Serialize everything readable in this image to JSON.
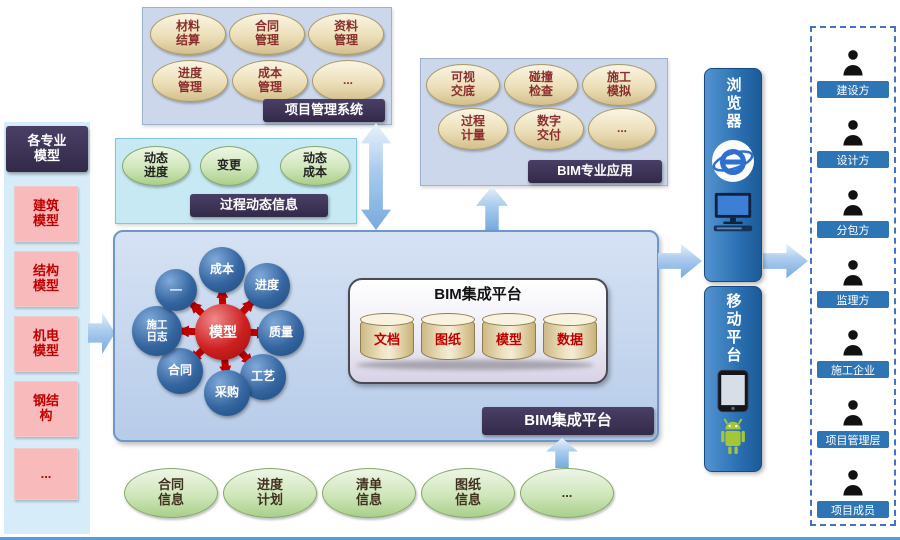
{
  "colors": {
    "title_bg": "#3b3052",
    "panel_blue": "#ccd7eb",
    "panel_cyan": "#c7e9f3",
    "stakeholder_blue": "#2e75b6",
    "column_blue": "#2a70b2",
    "pink": "#f8baba",
    "accent_red": "#c00000",
    "arrow_blue": "#8bb8e4",
    "android_green": "#a4c639"
  },
  "project_mgmt": {
    "title": "项目管理系统",
    "items": [
      "材料\n结算",
      "合同\n管理",
      "资料\n管理",
      "进度\n管理",
      "成本\n管理",
      "..."
    ]
  },
  "bim_apps": {
    "title": "BIM专业应用",
    "items": [
      "可视\n交底",
      "碰撞\n检查",
      "施工\n模拟",
      "过程\n计量",
      "数字\n交付",
      "..."
    ]
  },
  "process_info": {
    "title": "过程动态信息",
    "items": [
      "动态\n进度",
      "变更",
      "动态\n成本"
    ]
  },
  "models": {
    "title": "各专业\n模型",
    "items": [
      "建筑\n模型",
      "结构\n模型",
      "机电\n模型",
      "钢结\n构",
      "..."
    ]
  },
  "platform": {
    "label": "BIM集成平台",
    "hub": {
      "center": "模型",
      "items": [
        "成本",
        "进度",
        "质量",
        "工艺",
        "采购",
        "合同",
        "施工\n日志",
        "—"
      ]
    },
    "repo": {
      "title": "BIM集成平台",
      "items": [
        "文档",
        "图纸",
        "模型",
        "数据"
      ]
    }
  },
  "inputs": [
    "合同\n信息",
    "进度\n计划",
    "清单\n信息",
    "图纸\n信息",
    "..."
  ],
  "channels": {
    "browser": "浏览器",
    "mobile": "移动平台",
    "browser_icons": [
      "ie-icon",
      "desktop-computer-icon"
    ],
    "mobile_icons": [
      "tablet-icon",
      "android-icon"
    ]
  },
  "stakeholders": [
    "建设方",
    "设计方",
    "分包方",
    "监理方",
    "施工企业",
    "项目管理层",
    "项目成员"
  ]
}
